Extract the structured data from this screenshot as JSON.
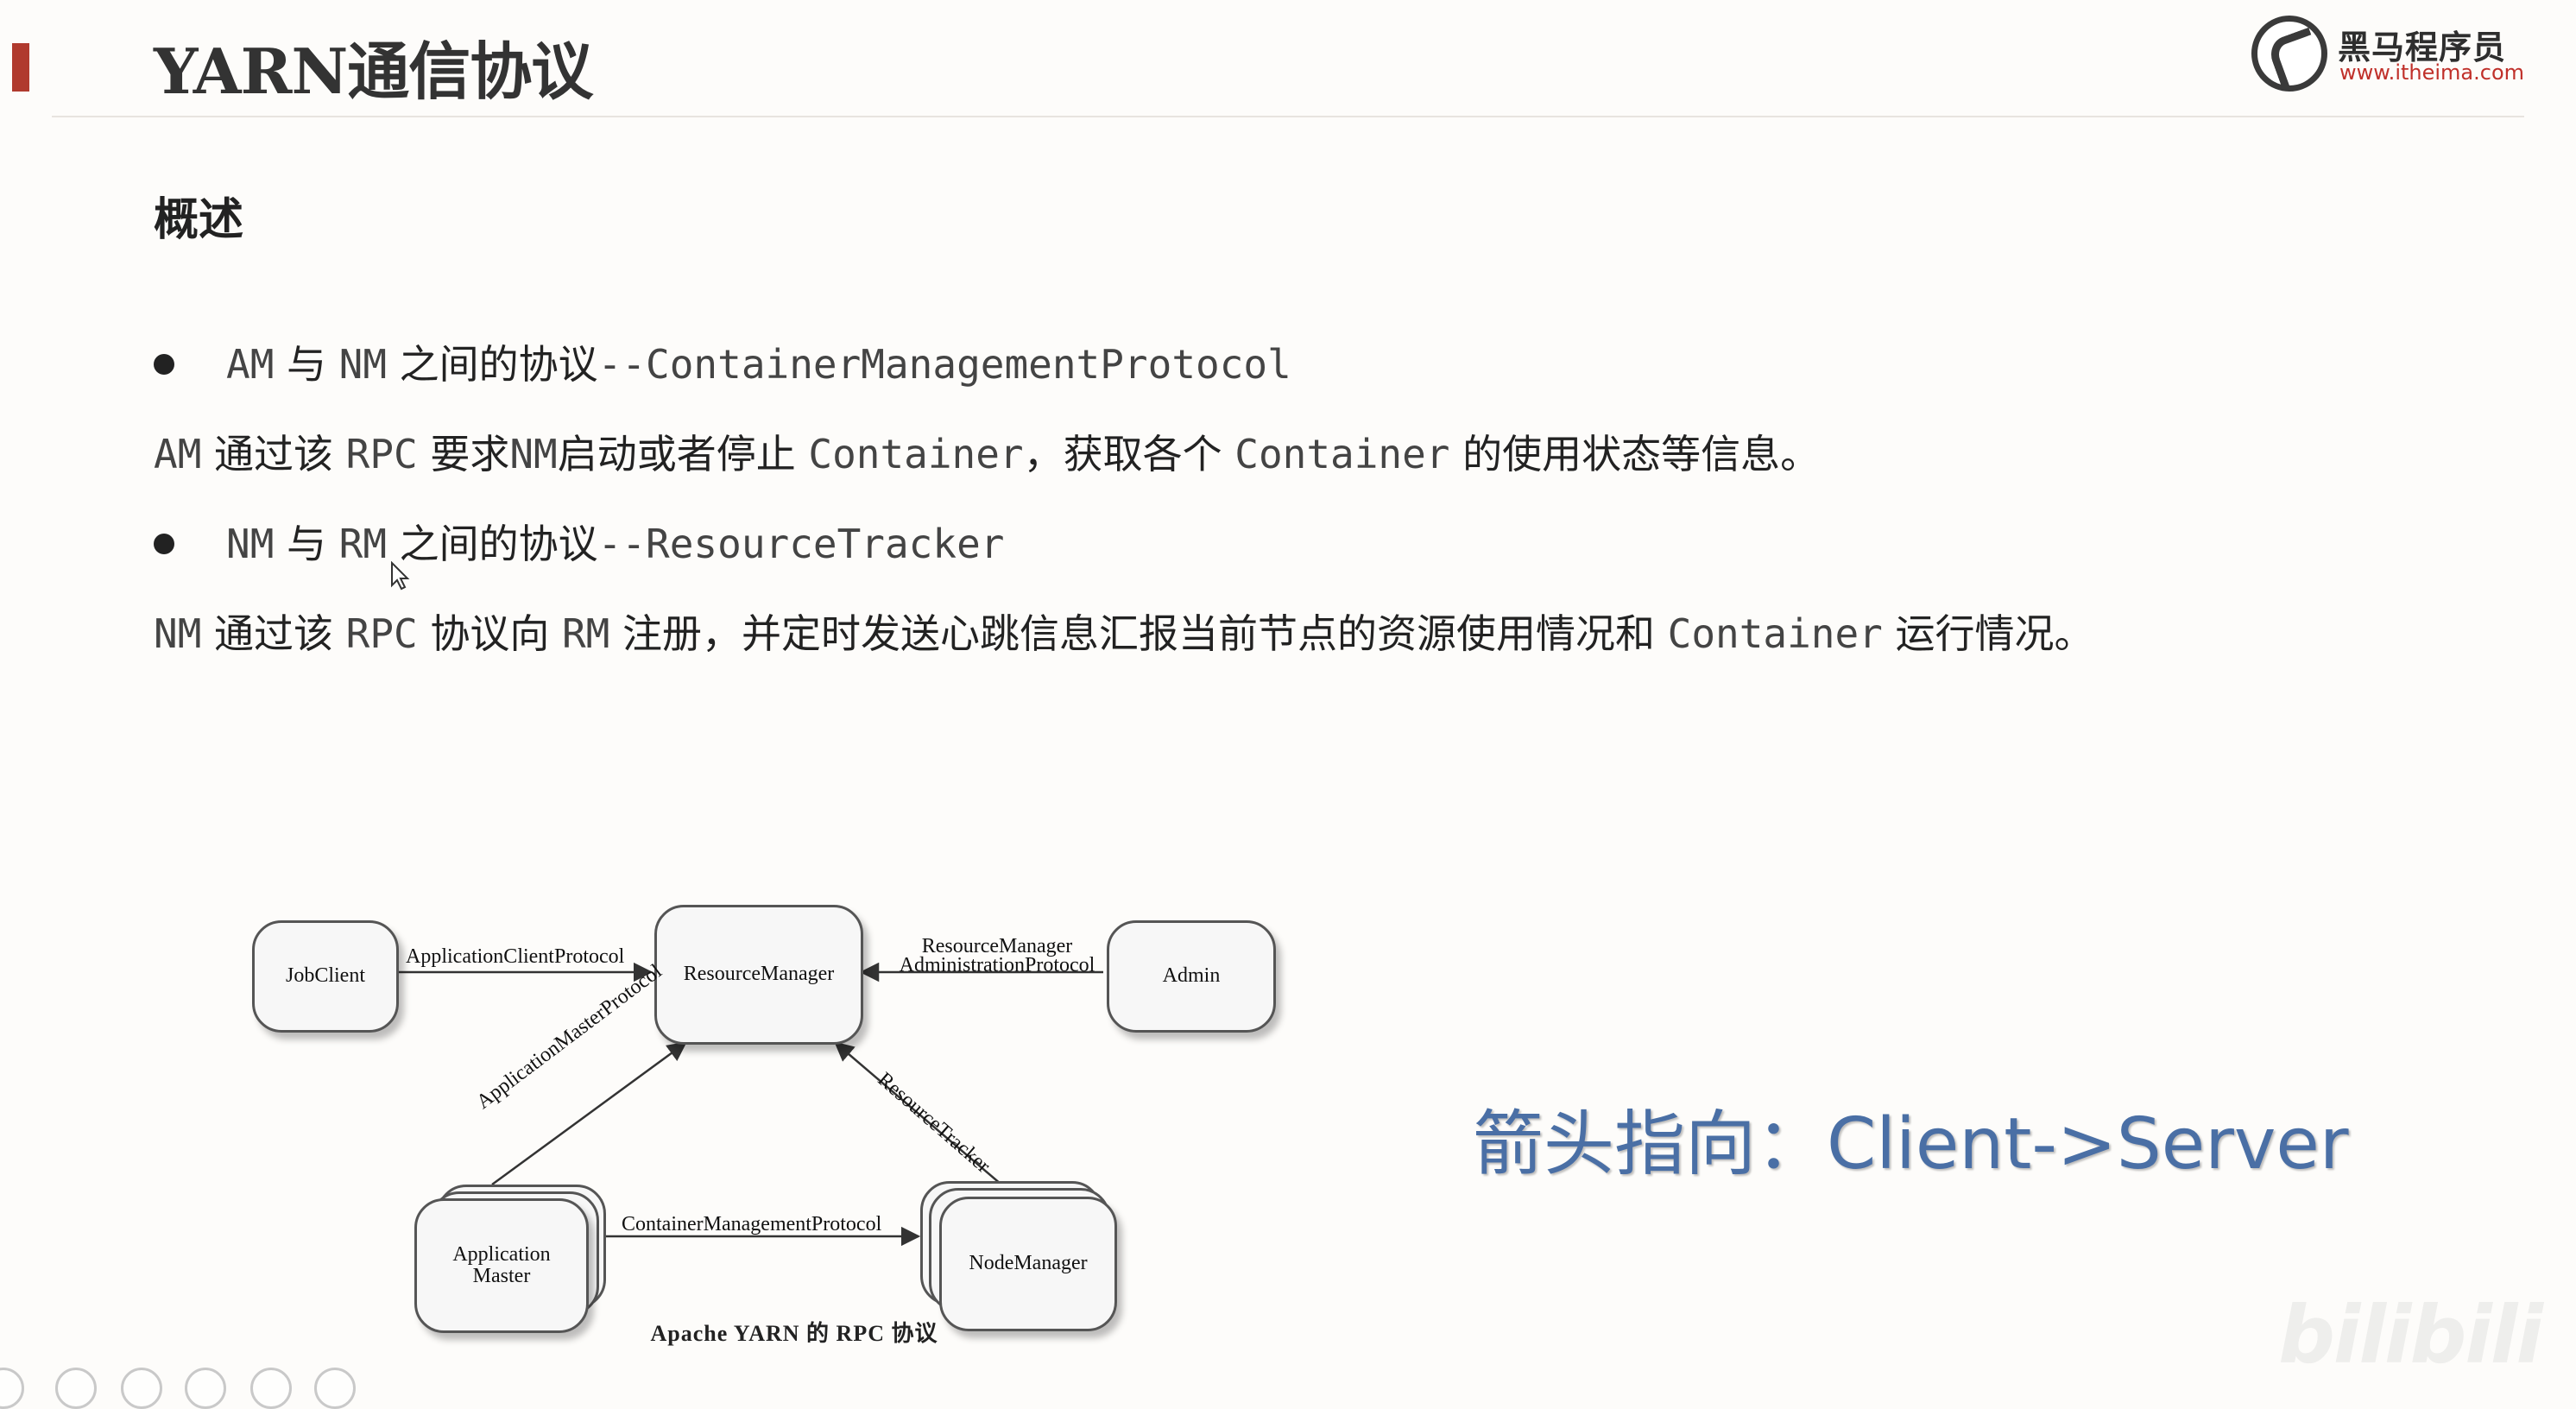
{
  "slide": {
    "title": "YARN通信协议",
    "section_heading": "概述"
  },
  "logo": {
    "name": "黑马程序员",
    "url": "www.itheima.com"
  },
  "content": {
    "bullet1": {
      "prefix_mono": "AM",
      "t1": " 与 ",
      "m2": "NM",
      "t2": " 之间的协议",
      "m3": "--ContainerManagementProtocol"
    },
    "line1": {
      "m1": "AM",
      "t1": " 通过该 ",
      "m2": "RPC",
      "t2": " 要求",
      "m3": "NM",
      "t3": "启动或者停止 ",
      "m4": "Container",
      "t4": "，获取各个 ",
      "m5": "Container",
      "t5": " 的使用状态等信息。"
    },
    "bullet2": {
      "prefix_mono": "NM",
      "t1": " 与 ",
      "m2": "RM",
      "t2": " 之间的协议",
      "m3": "--ResourceTracker"
    },
    "line2": {
      "m1": "NM",
      "t1": " 通过该 ",
      "m2": "RPC",
      "t2": " 协议向 ",
      "m3": "RM",
      "t3": " 注册，并定时发送心跳信息汇报当前节点的资源使用情况和 ",
      "m4": "Container",
      "t4": " 运行情况。"
    }
  },
  "diagram": {
    "nodes": {
      "jobclient": "JobClient",
      "resourcemanager": "ResourceManager",
      "admin": "Admin",
      "appmaster_line1": "Application",
      "appmaster_line2": "Master",
      "nodemanager": "NodeManager"
    },
    "edges": {
      "client_protocol": "ApplicationClientProtocol",
      "admin_protocol_line1": "ResourceManager",
      "admin_protocol_line2": "AdministrationProtocol",
      "master_protocol": "ApplicationMasterProtocol",
      "resource_tracker": "ResourceTracker",
      "container_protocol": "ContainerManagementProtocol"
    },
    "caption": "Apache YARN 的 RPC 协议"
  },
  "annotation": "箭头指向：Client->Server",
  "watermark": "bilibili",
  "colors": {
    "accent": "#b03a2e",
    "annotation": "#4a6fa5",
    "logo_url": "#c0302a"
  }
}
